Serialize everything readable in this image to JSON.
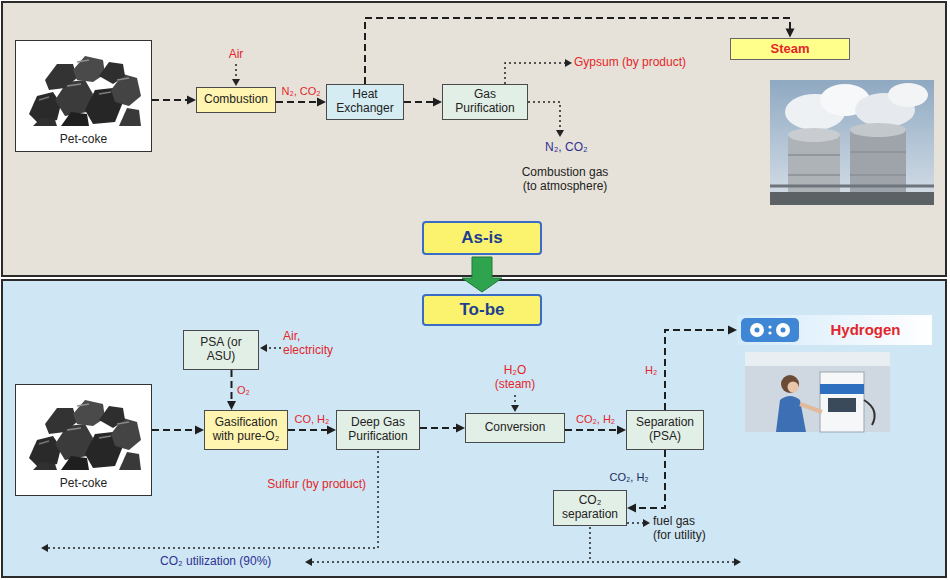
{
  "diagram": {
    "nodes": [
      {
        "text": [
          "Pet-coke"
        ]
      },
      {
        "text": [
          "Combustion"
        ]
      },
      {
        "text": [
          "Heat Exchanger"
        ]
      },
      {
        "text": [
          "Gas Purification"
        ]
      },
      {
        "text": [
          "Steam"
        ]
      },
      {
        "text": [
          "As-is"
        ]
      },
      {
        "text": [
          "To-be"
        ]
      },
      {
        "text": [
          "PSA (or ASU)"
        ]
      },
      {
        "text": [
          "Pet-coke"
        ]
      },
      {
        "text": [
          "Gasification with pure-O₂"
        ]
      },
      {
        "text": [
          "Deep Gas Purification"
        ]
      },
      {
        "text": [
          "Conversion"
        ]
      },
      {
        "text": [
          "Separation (PSA)"
        ]
      },
      {
        "text": [
          "Hydrogen"
        ]
      },
      {
        "text": [
          "CO₂ separation"
        ]
      }
    ],
    "edges": [
      {
        "from": 0,
        "to": 1,
        "arrow": "to"
      },
      {
        "from": 1,
        "to": 2,
        "label": "N₂, CO₂",
        "arrow": "to"
      },
      {
        "from": 2,
        "to": 3,
        "arrow": "to"
      },
      {
        "from": 2,
        "to": 4,
        "arrow": "to"
      },
      {
        "from": 5,
        "to": 6,
        "arrow": "to"
      },
      {
        "from": 7,
        "to": 9,
        "label": "O₂",
        "arrow": "to"
      },
      {
        "from": 8,
        "to": 9,
        "arrow": "to"
      },
      {
        "from": 9,
        "to": 10,
        "label": "CO, H₂",
        "arrow": "to"
      },
      {
        "from": 10,
        "to": 11,
        "arrow": "to"
      },
      {
        "from": 11,
        "to": 12,
        "label": "CO₂, H₂",
        "arrow": "to"
      },
      {
        "from": 12,
        "to": 13,
        "label": "H₂",
        "arrow": "to"
      },
      {
        "from": 12,
        "to": 14,
        "label": "CO₂, H₂",
        "arrow": "to"
      }
    ],
    "labels": [
      "Air",
      "Gypsum (by product)",
      "N₂, CO₂",
      "Combustion gas (to atmosphere)",
      "Air, electricity",
      "H₂O (steam)",
      "Sulfur (by product)",
      "fuel gas (for utility)",
      "CO₂ utilization (90%)"
    ]
  }
}
